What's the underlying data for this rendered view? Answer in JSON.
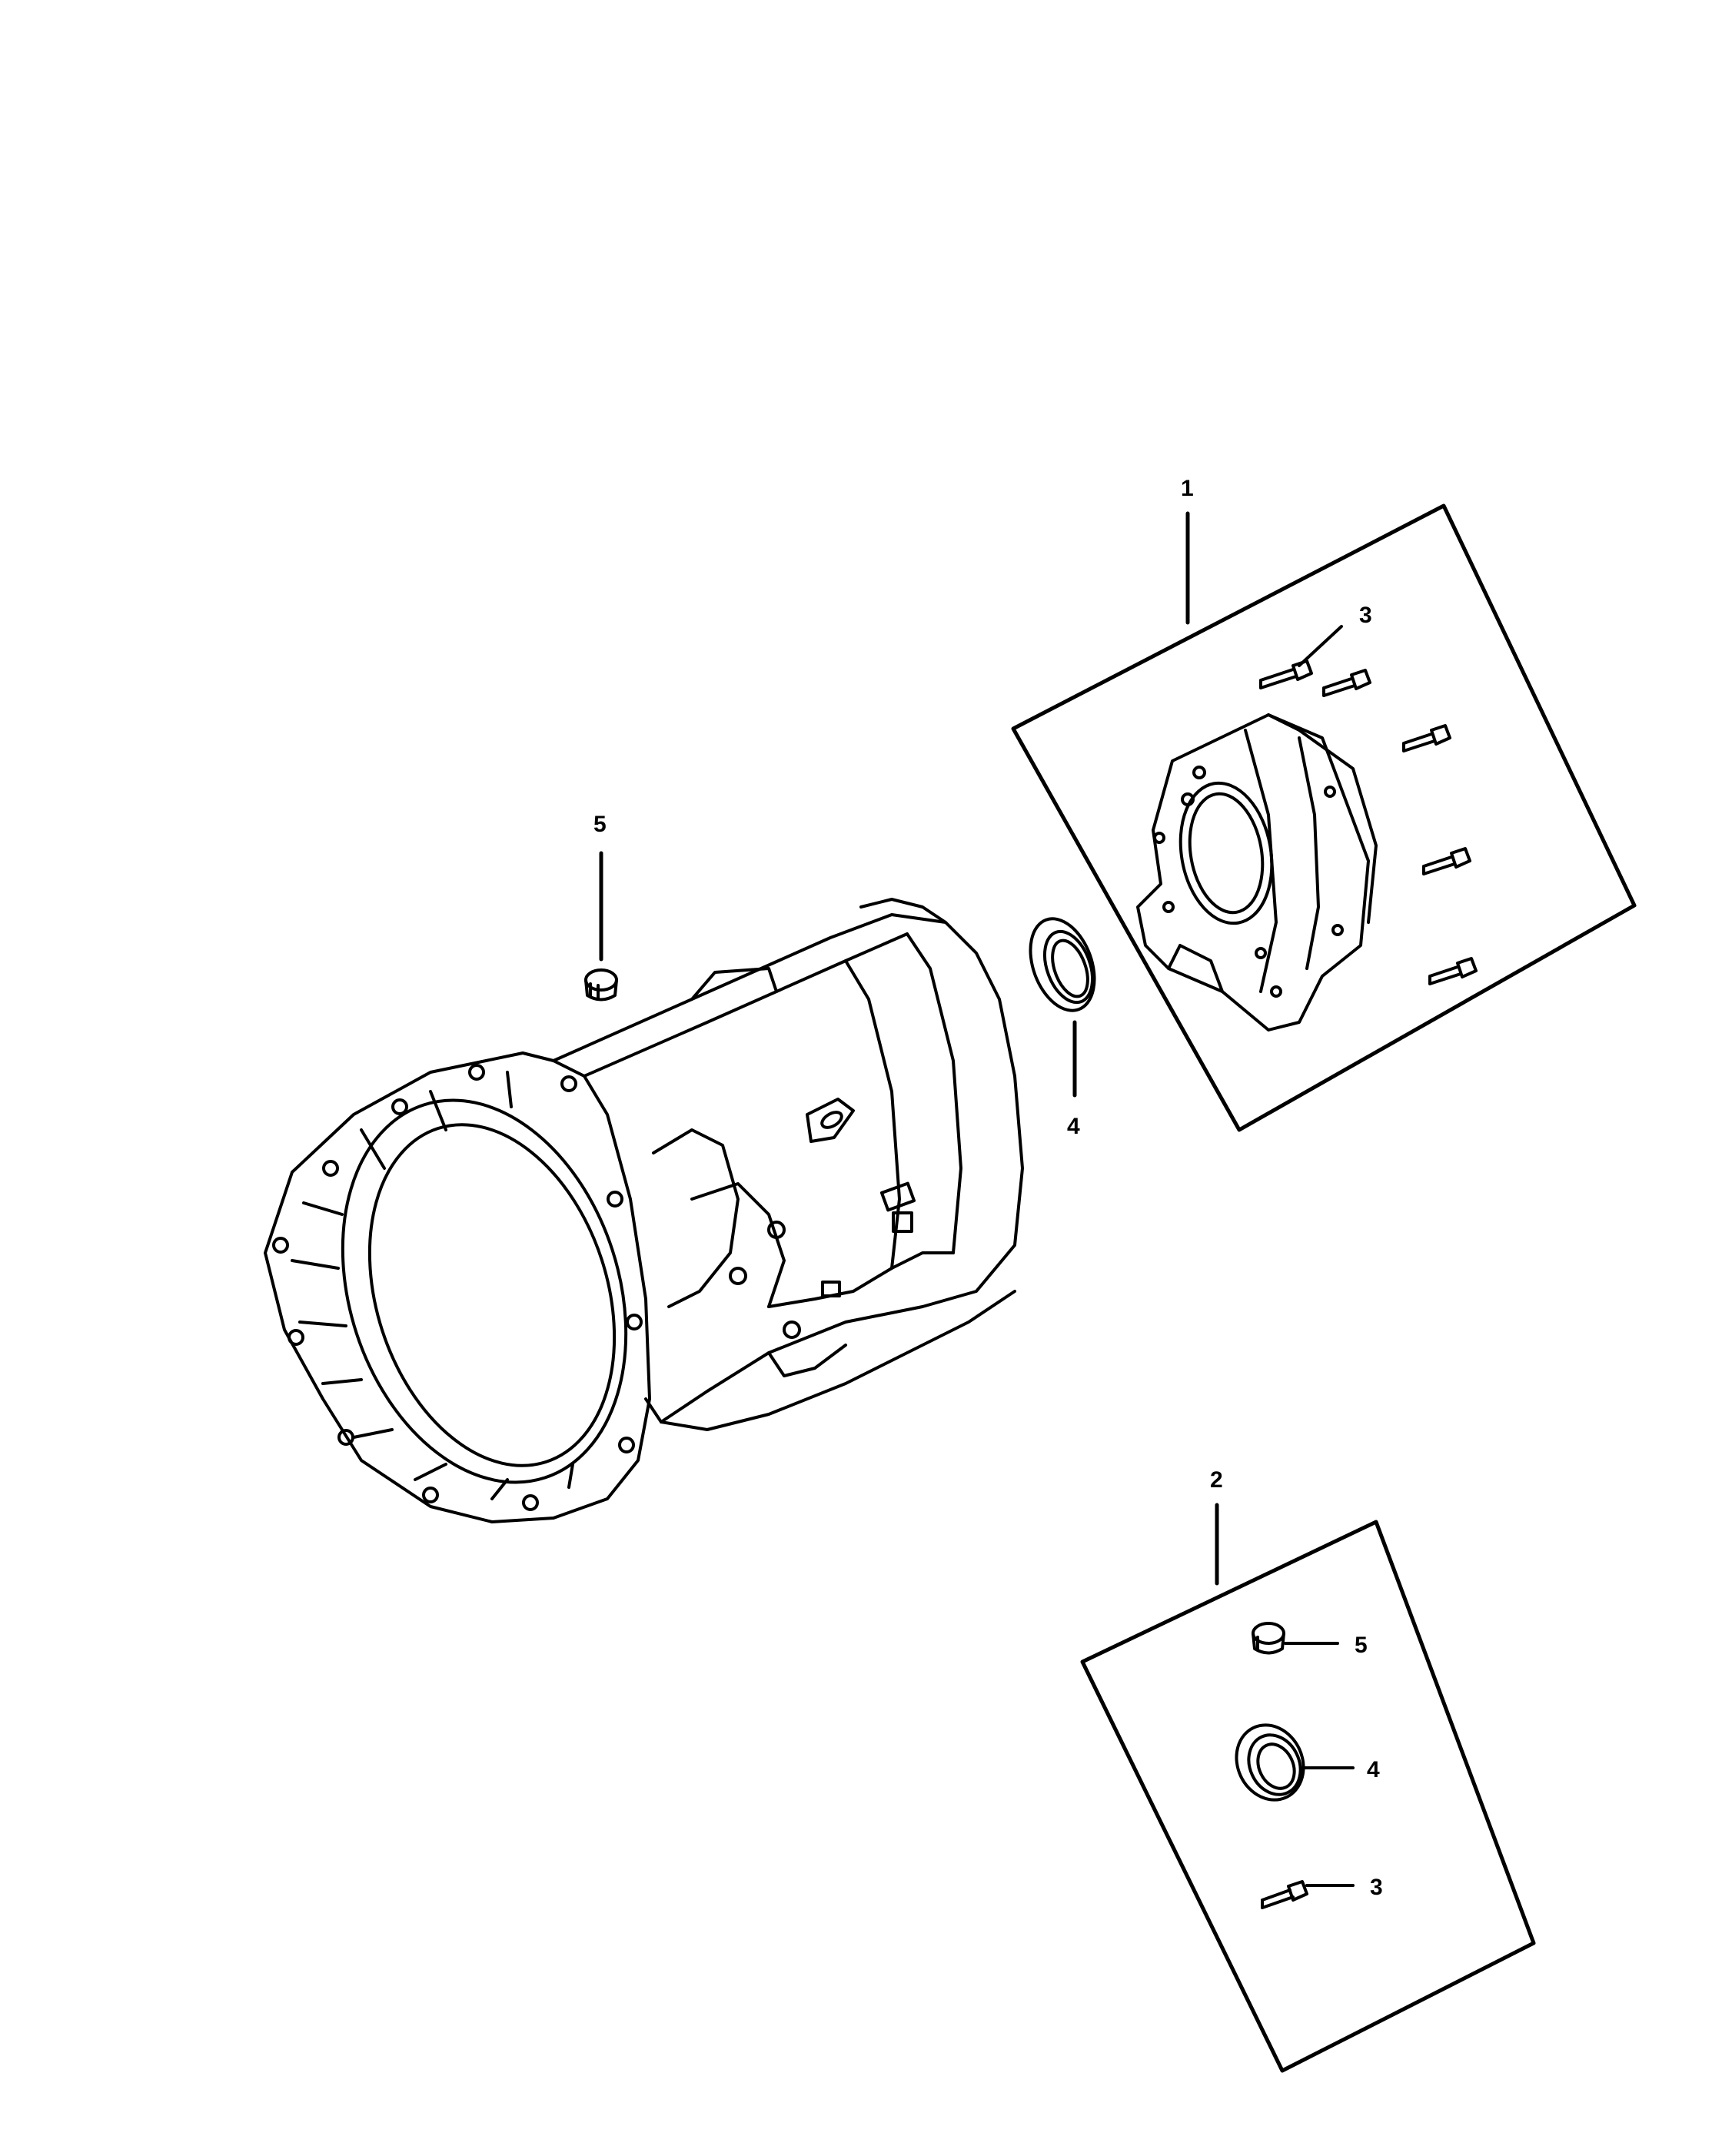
{
  "diagram": {
    "callouts": {
      "kit_1": "1",
      "kit_2": "2",
      "bolt_kit1": "3",
      "bolt_kit2": "3",
      "seal_main": "4",
      "seal_kit2": "4",
      "plug_main": "5",
      "plug_kit2": "5"
    },
    "parts": [
      {
        "id": "transmission-case",
        "icon": "transmission-case-drawing"
      },
      {
        "id": "extension-housing",
        "icon": "extension-housing-drawing"
      },
      {
        "id": "bolt",
        "icon": "bolt-icon"
      },
      {
        "id": "seal",
        "icon": "seal-icon"
      },
      {
        "id": "plug",
        "icon": "plug-icon"
      }
    ]
  }
}
